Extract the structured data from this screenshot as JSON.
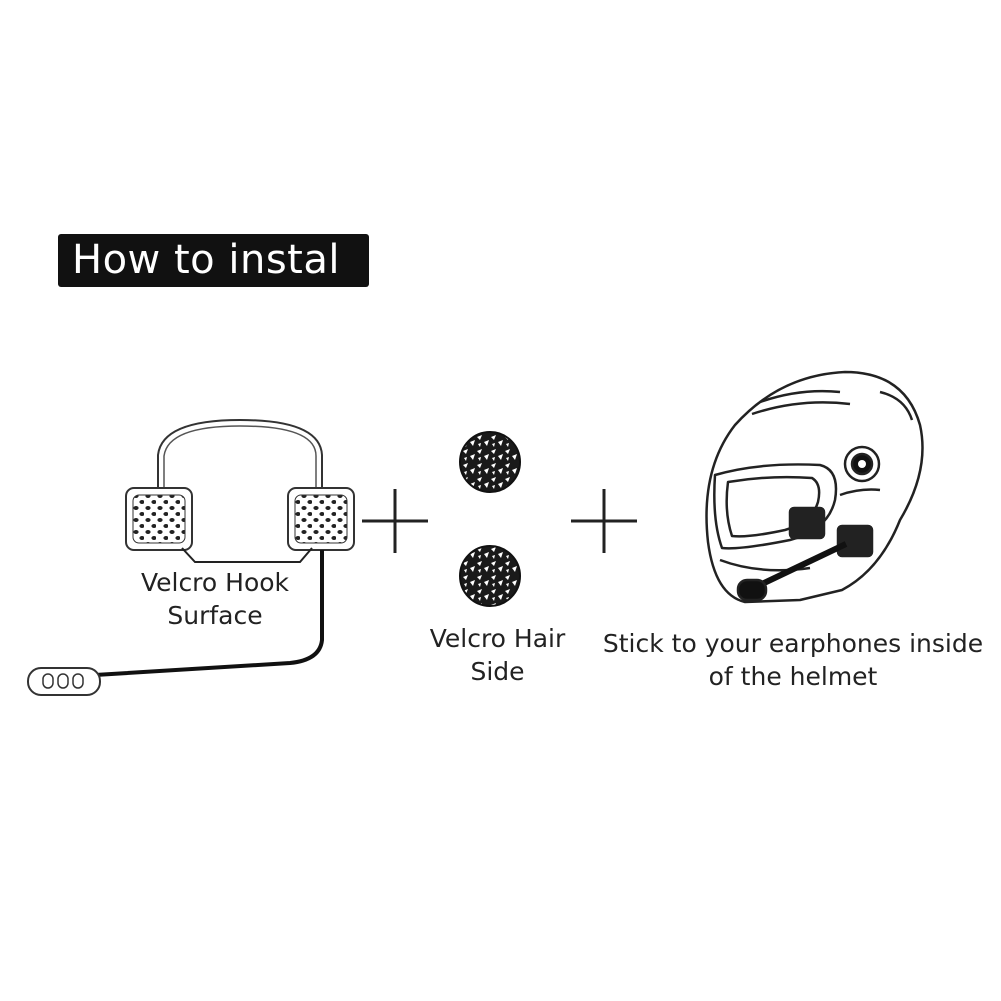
{
  "title": "How to instal",
  "labels": {
    "hook": {
      "line1": "Velcro Hook",
      "line2": "Surface"
    },
    "hair": {
      "line1": "Velcro Hair",
      "line2": "Side"
    },
    "stick": {
      "line1": "Stick to your earphones inside",
      "line2": "of the helmet"
    }
  },
  "operators": [
    "+",
    "+"
  ],
  "colors": {
    "badge": "#111111",
    "ink": "#111111",
    "background": "#ffffff"
  },
  "icons": [
    "headset-icon",
    "velcro-dot-icon",
    "helmet-icon"
  ]
}
